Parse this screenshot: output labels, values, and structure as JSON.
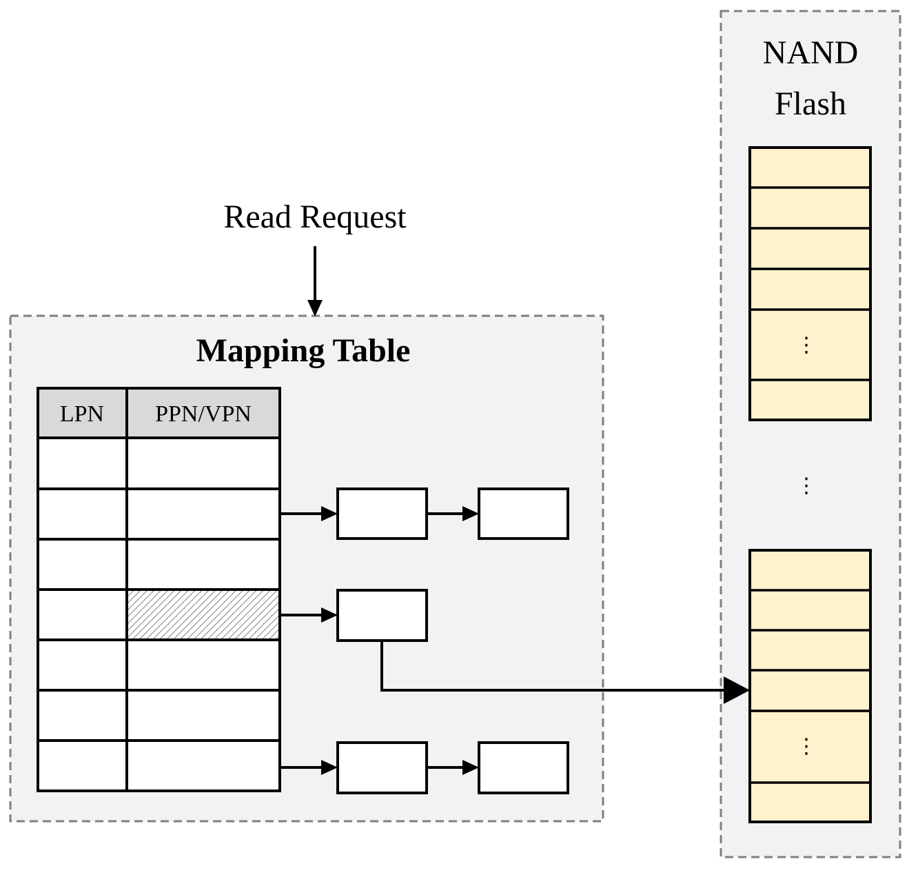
{
  "read_request": {
    "label": "Read Request"
  },
  "mapping_table": {
    "title": "Mapping Table",
    "columns": [
      "LPN",
      "PPN/VPN"
    ],
    "row_count": 7,
    "hatched_row_index": 3,
    "header_fill": "#d9d9d9",
    "panel_fill": "#f2f2f2"
  },
  "nand_flash": {
    "title_line1": "NAND",
    "title_line2": "Flash",
    "ellipsis": "⋮",
    "block_fill": "#fff2cc"
  }
}
